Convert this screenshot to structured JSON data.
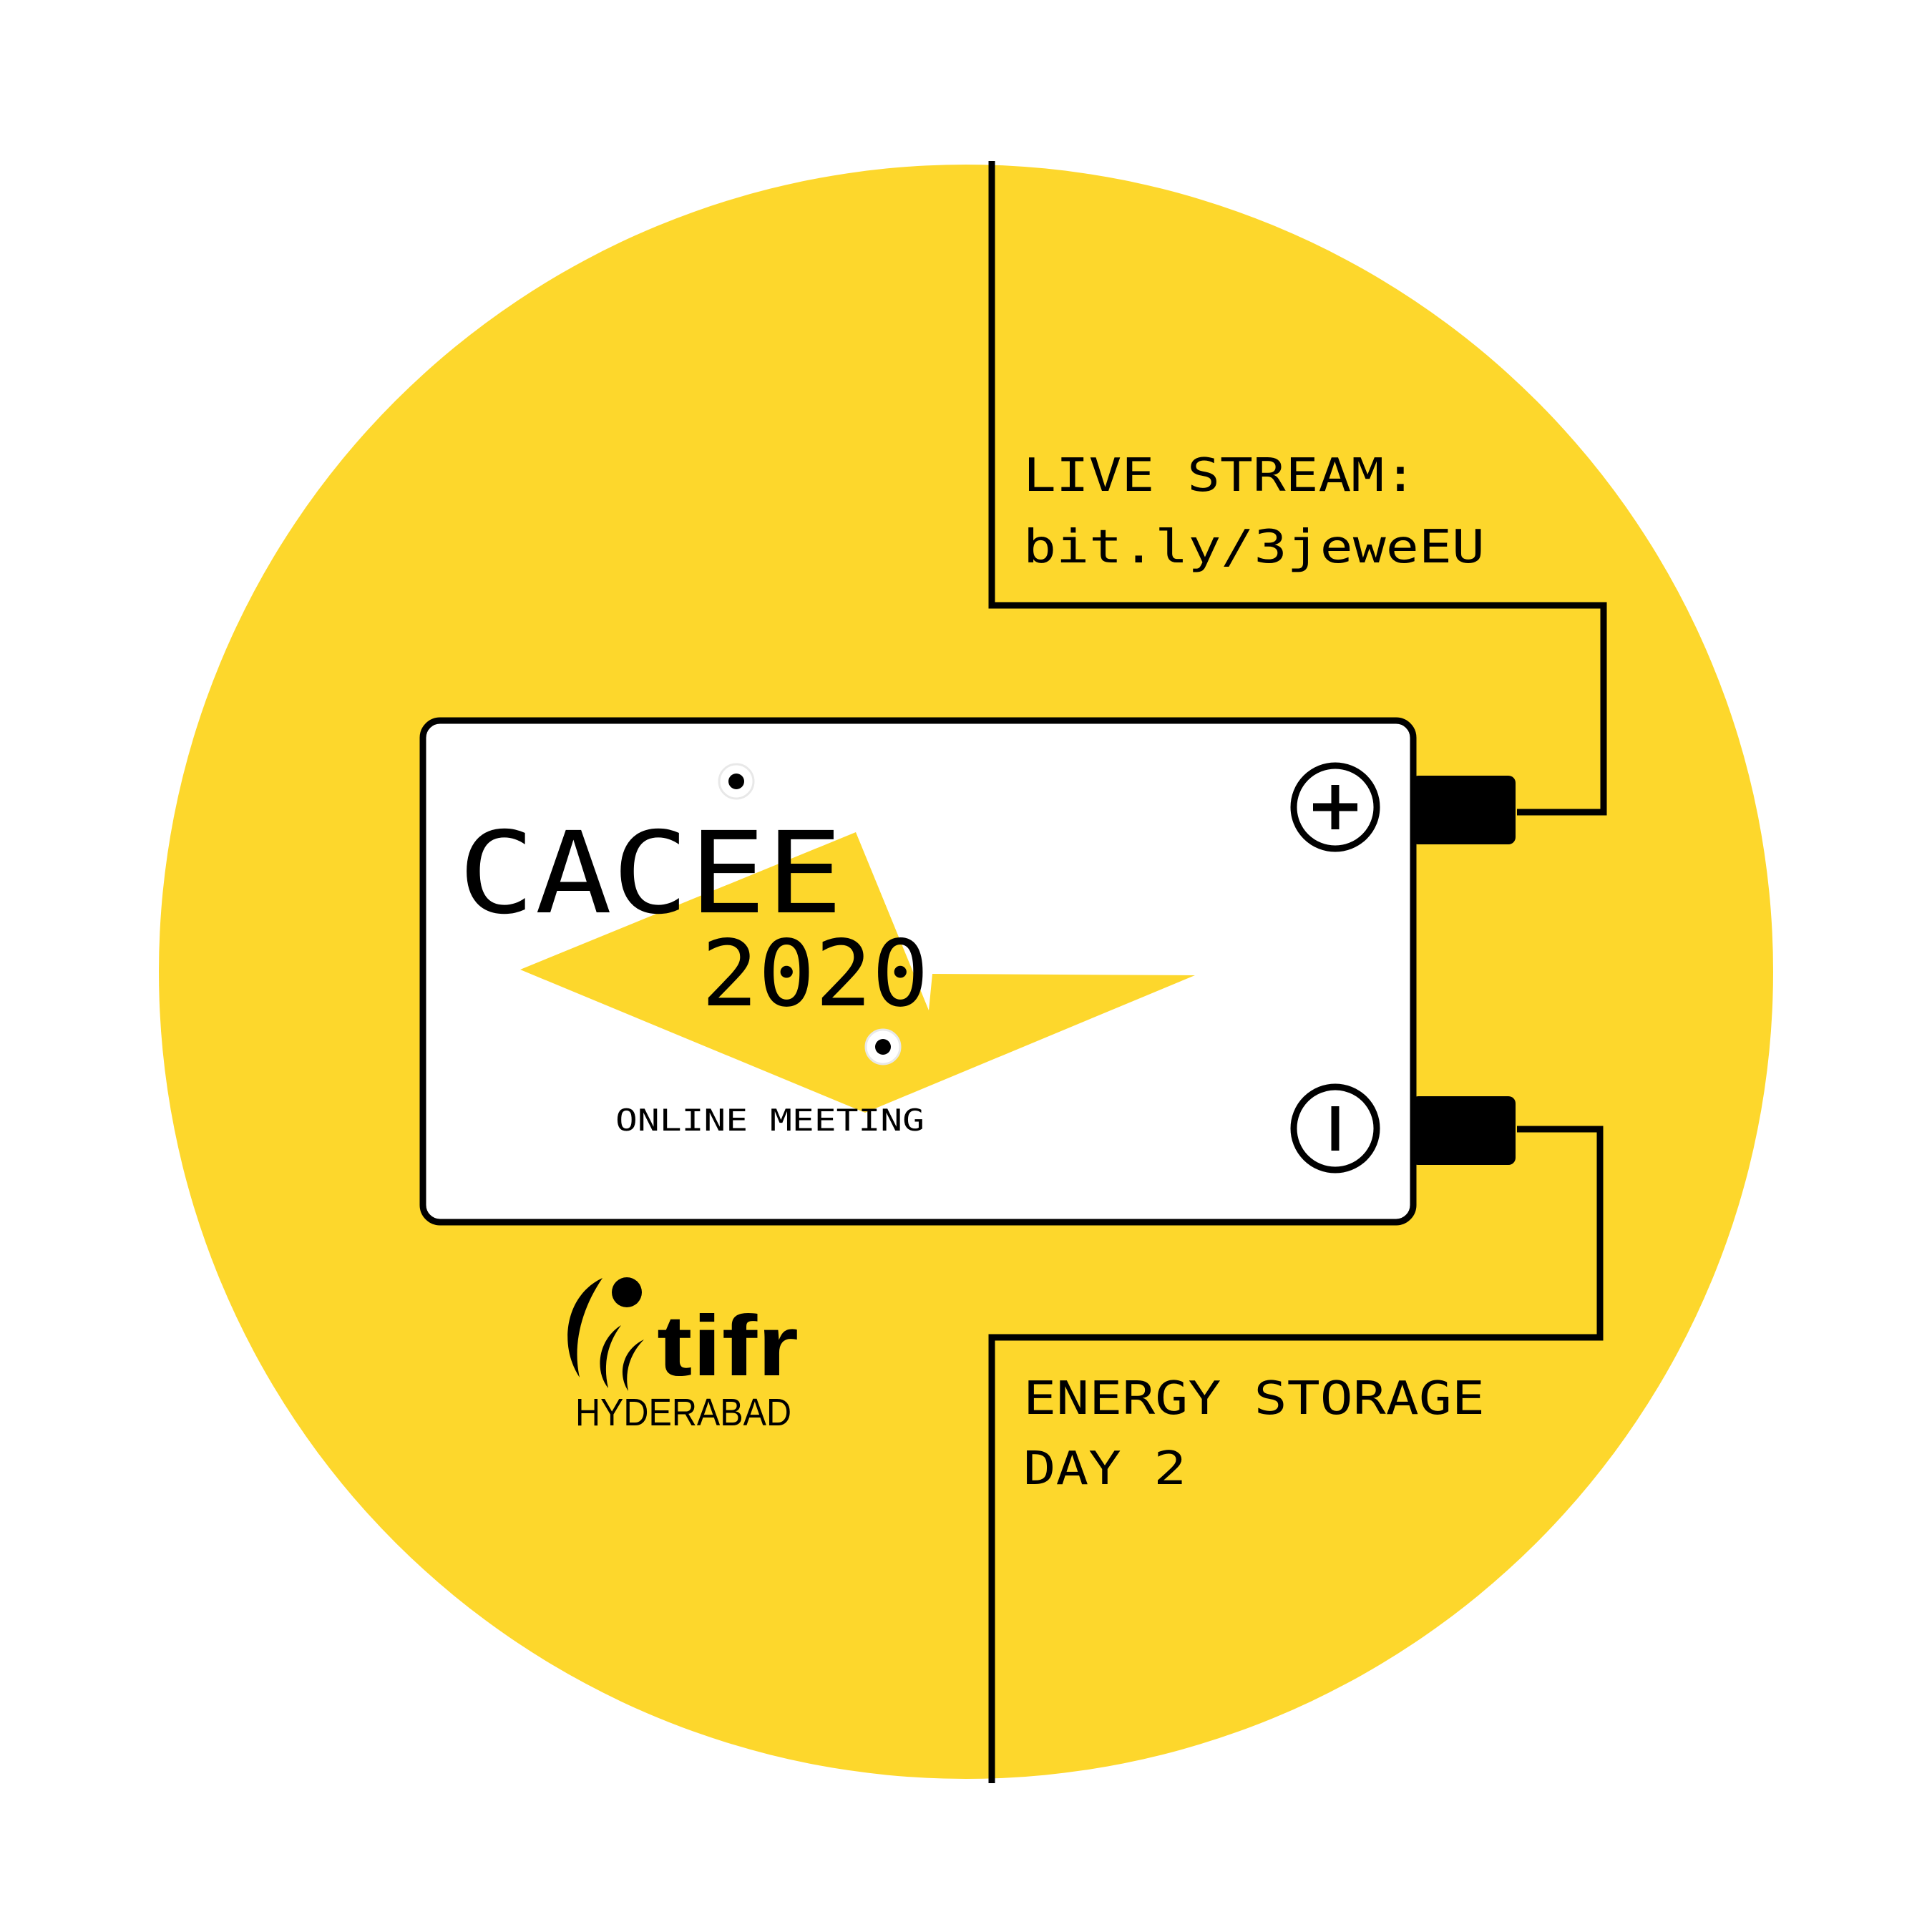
{
  "colors": {
    "background": "#ffffff",
    "disc": "#fdd72c",
    "ink": "#000000",
    "battery_body": "#ffffff"
  },
  "event": {
    "title": "CACEE",
    "year": "2020",
    "format": "ONLINE MEETING"
  },
  "live_stream": {
    "label": "LIVE STREAM:",
    "link": "bit.ly/3jeweEU"
  },
  "session": {
    "topic": "ENERGY STORAGE",
    "day": "DAY 2"
  },
  "logo": {
    "wordmark": "tifr",
    "city": "HYDERABAD"
  },
  "icons": {
    "positive": "plus-icon",
    "negative": "minus-icon",
    "bolt": "lightning-bolt-icon"
  }
}
